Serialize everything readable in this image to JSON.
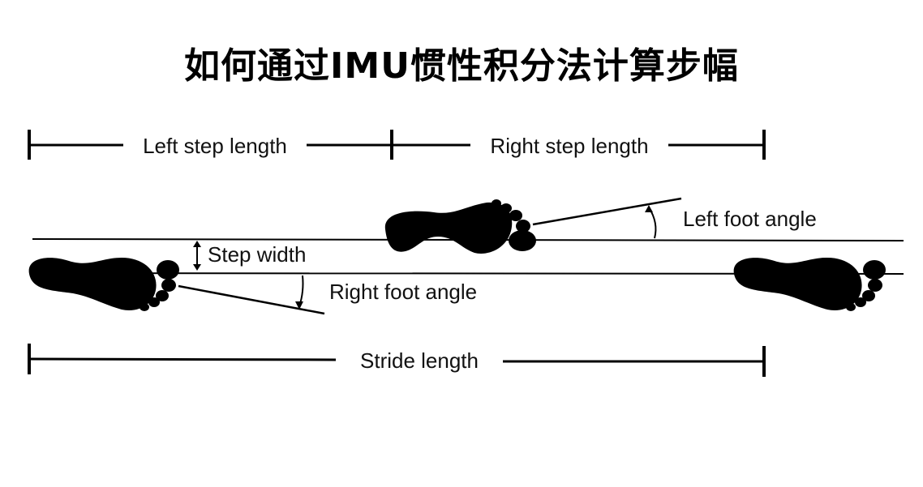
{
  "title": "如何通过IMU惯性积分法计算步幅",
  "labels": {
    "left_step_length": "Left step length",
    "right_step_length": "Right step length",
    "left_foot_angle": "Left foot angle",
    "step_width": "Step width",
    "right_foot_angle": "Right foot angle",
    "stride_length": "Stride length"
  },
  "colors": {
    "ink": "#000000",
    "background": "#ffffff"
  }
}
